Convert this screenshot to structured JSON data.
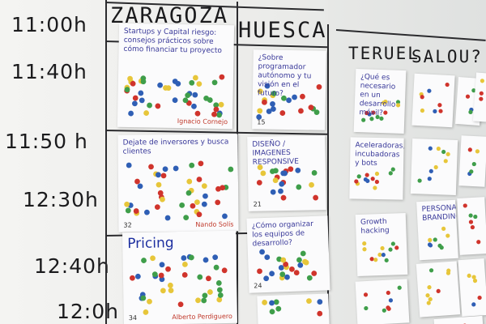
{
  "times": [
    "11:00h",
    "11:40h",
    "11:50 h",
    "12:30h",
    "12:40h",
    "12:0h"
  ],
  "columns": [
    "ZARAGOZA",
    "HUESCA",
    "TERUEL",
    "SALOU?"
  ],
  "notes": [
    {
      "text": "Startups y Capital riesgo: consejos prácticos sobre cómo financiar tu proyecto",
      "signature": "Ignacio Cornejo",
      "number": "",
      "big": false
    },
    {
      "text": "Dejate de inversores y busca clientes",
      "signature": "Nando Solís",
      "number": "32",
      "big": false
    },
    {
      "text": "Pricing",
      "signature": "Alberto Perdiguero",
      "number": "34",
      "big": true
    },
    {
      "text": "¿Sobre programador autónomo y tu visión en el futuro?",
      "signature": "",
      "number": "15",
      "big": false
    },
    {
      "text": "DISEÑO / IMAGENES RESPONSIVE",
      "signature": "",
      "number": "21",
      "big": false
    },
    {
      "text": "¿Cómo organizar los equipos de desarrollo?",
      "signature": "",
      "number": "24",
      "big": false
    },
    {
      "text": "¿Qué es necesario en un desarrollo móvil?",
      "signature": "",
      "number": "",
      "big": false
    },
    {
      "text": "Aceleradoras, incubadoras y bots",
      "signature": "",
      "number": "",
      "big": false
    },
    {
      "text": "Growth hacking",
      "signature": "",
      "number": "",
      "big": false
    },
    {
      "text": "PERSONAL BRANDING",
      "signature": "",
      "number": "",
      "big": false
    },
    {
      "text": "",
      "signature": "",
      "number": "",
      "big": false
    },
    {
      "text": "",
      "signature": "",
      "number": "",
      "big": false
    },
    {
      "text": "",
      "signature": "",
      "number": "",
      "big": false
    },
    {
      "text": "",
      "signature": "",
      "number": "",
      "big": false
    },
    {
      "text": "",
      "signature": "",
      "number": "",
      "big": false
    },
    {
      "text": "",
      "signature": "",
      "number": "",
      "big": false
    },
    {
      "text": "",
      "signature": "",
      "number": "",
      "big": false
    },
    {
      "text": "",
      "signature": "",
      "number": "",
      "big": false
    },
    {
      "text": "",
      "signature": "",
      "number": "",
      "big": false
    },
    {
      "text": "",
      "signature": "",
      "number": "",
      "big": false
    },
    {
      "text": "",
      "signature": "",
      "number": "",
      "big": false
    }
  ],
  "dot_colors": [
    "#d0342c",
    "#e7c63a",
    "#2f5fb5",
    "#3f9e4a"
  ]
}
